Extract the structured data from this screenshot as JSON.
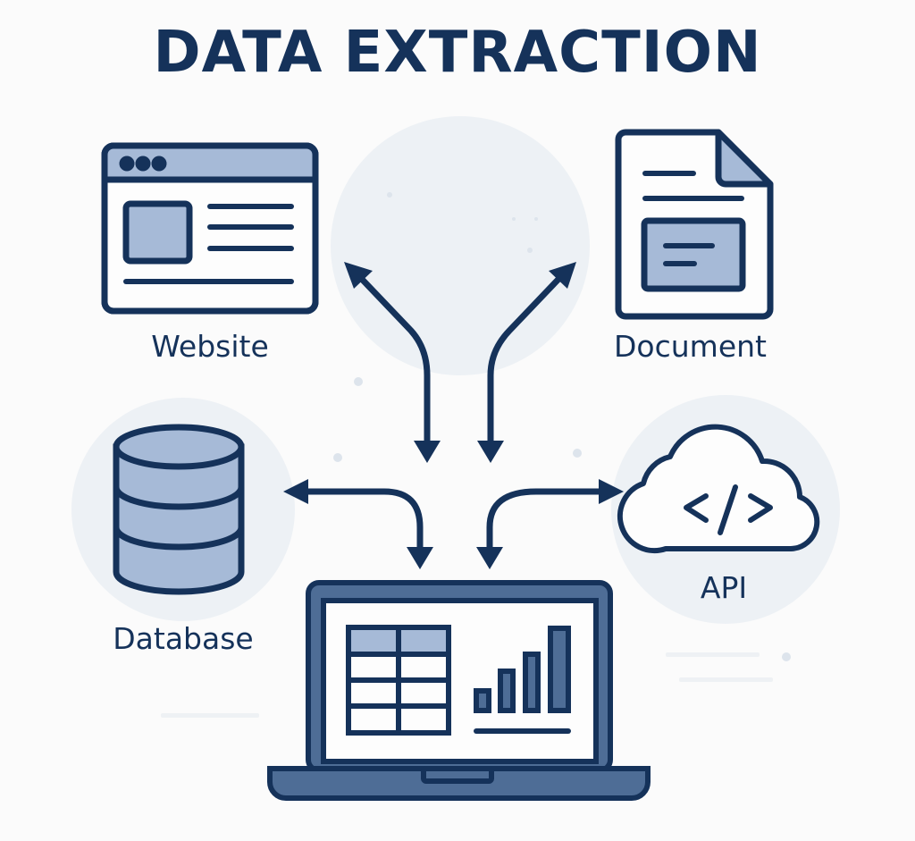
{
  "title": "DATA EXTRACTION",
  "colors": {
    "dark": "#15325a",
    "accent_fill": "#a6bad7",
    "laptop_body": "#4e6d96",
    "circle_bg": "#edf1f5",
    "background": "#fbfbfb"
  },
  "nodes": {
    "website": {
      "label": "Website",
      "icon": "browser-window-icon"
    },
    "document": {
      "label": "Document",
      "icon": "document-file-icon"
    },
    "database": {
      "label": "Database",
      "icon": "database-cylinder-icon"
    },
    "api": {
      "label": "API",
      "icon": "cloud-code-icon",
      "code_glyph": "</>"
    },
    "hub": {
      "label": "",
      "icon": "laptop-dashboard-icon"
    }
  },
  "connections": [
    {
      "from": "website",
      "to": "hub",
      "bidirectional": true
    },
    {
      "from": "document",
      "to": "hub",
      "bidirectional": true
    },
    {
      "from": "database",
      "to": "hub",
      "bidirectional": true
    },
    {
      "from": "api",
      "to": "hub",
      "bidirectional": true
    }
  ]
}
